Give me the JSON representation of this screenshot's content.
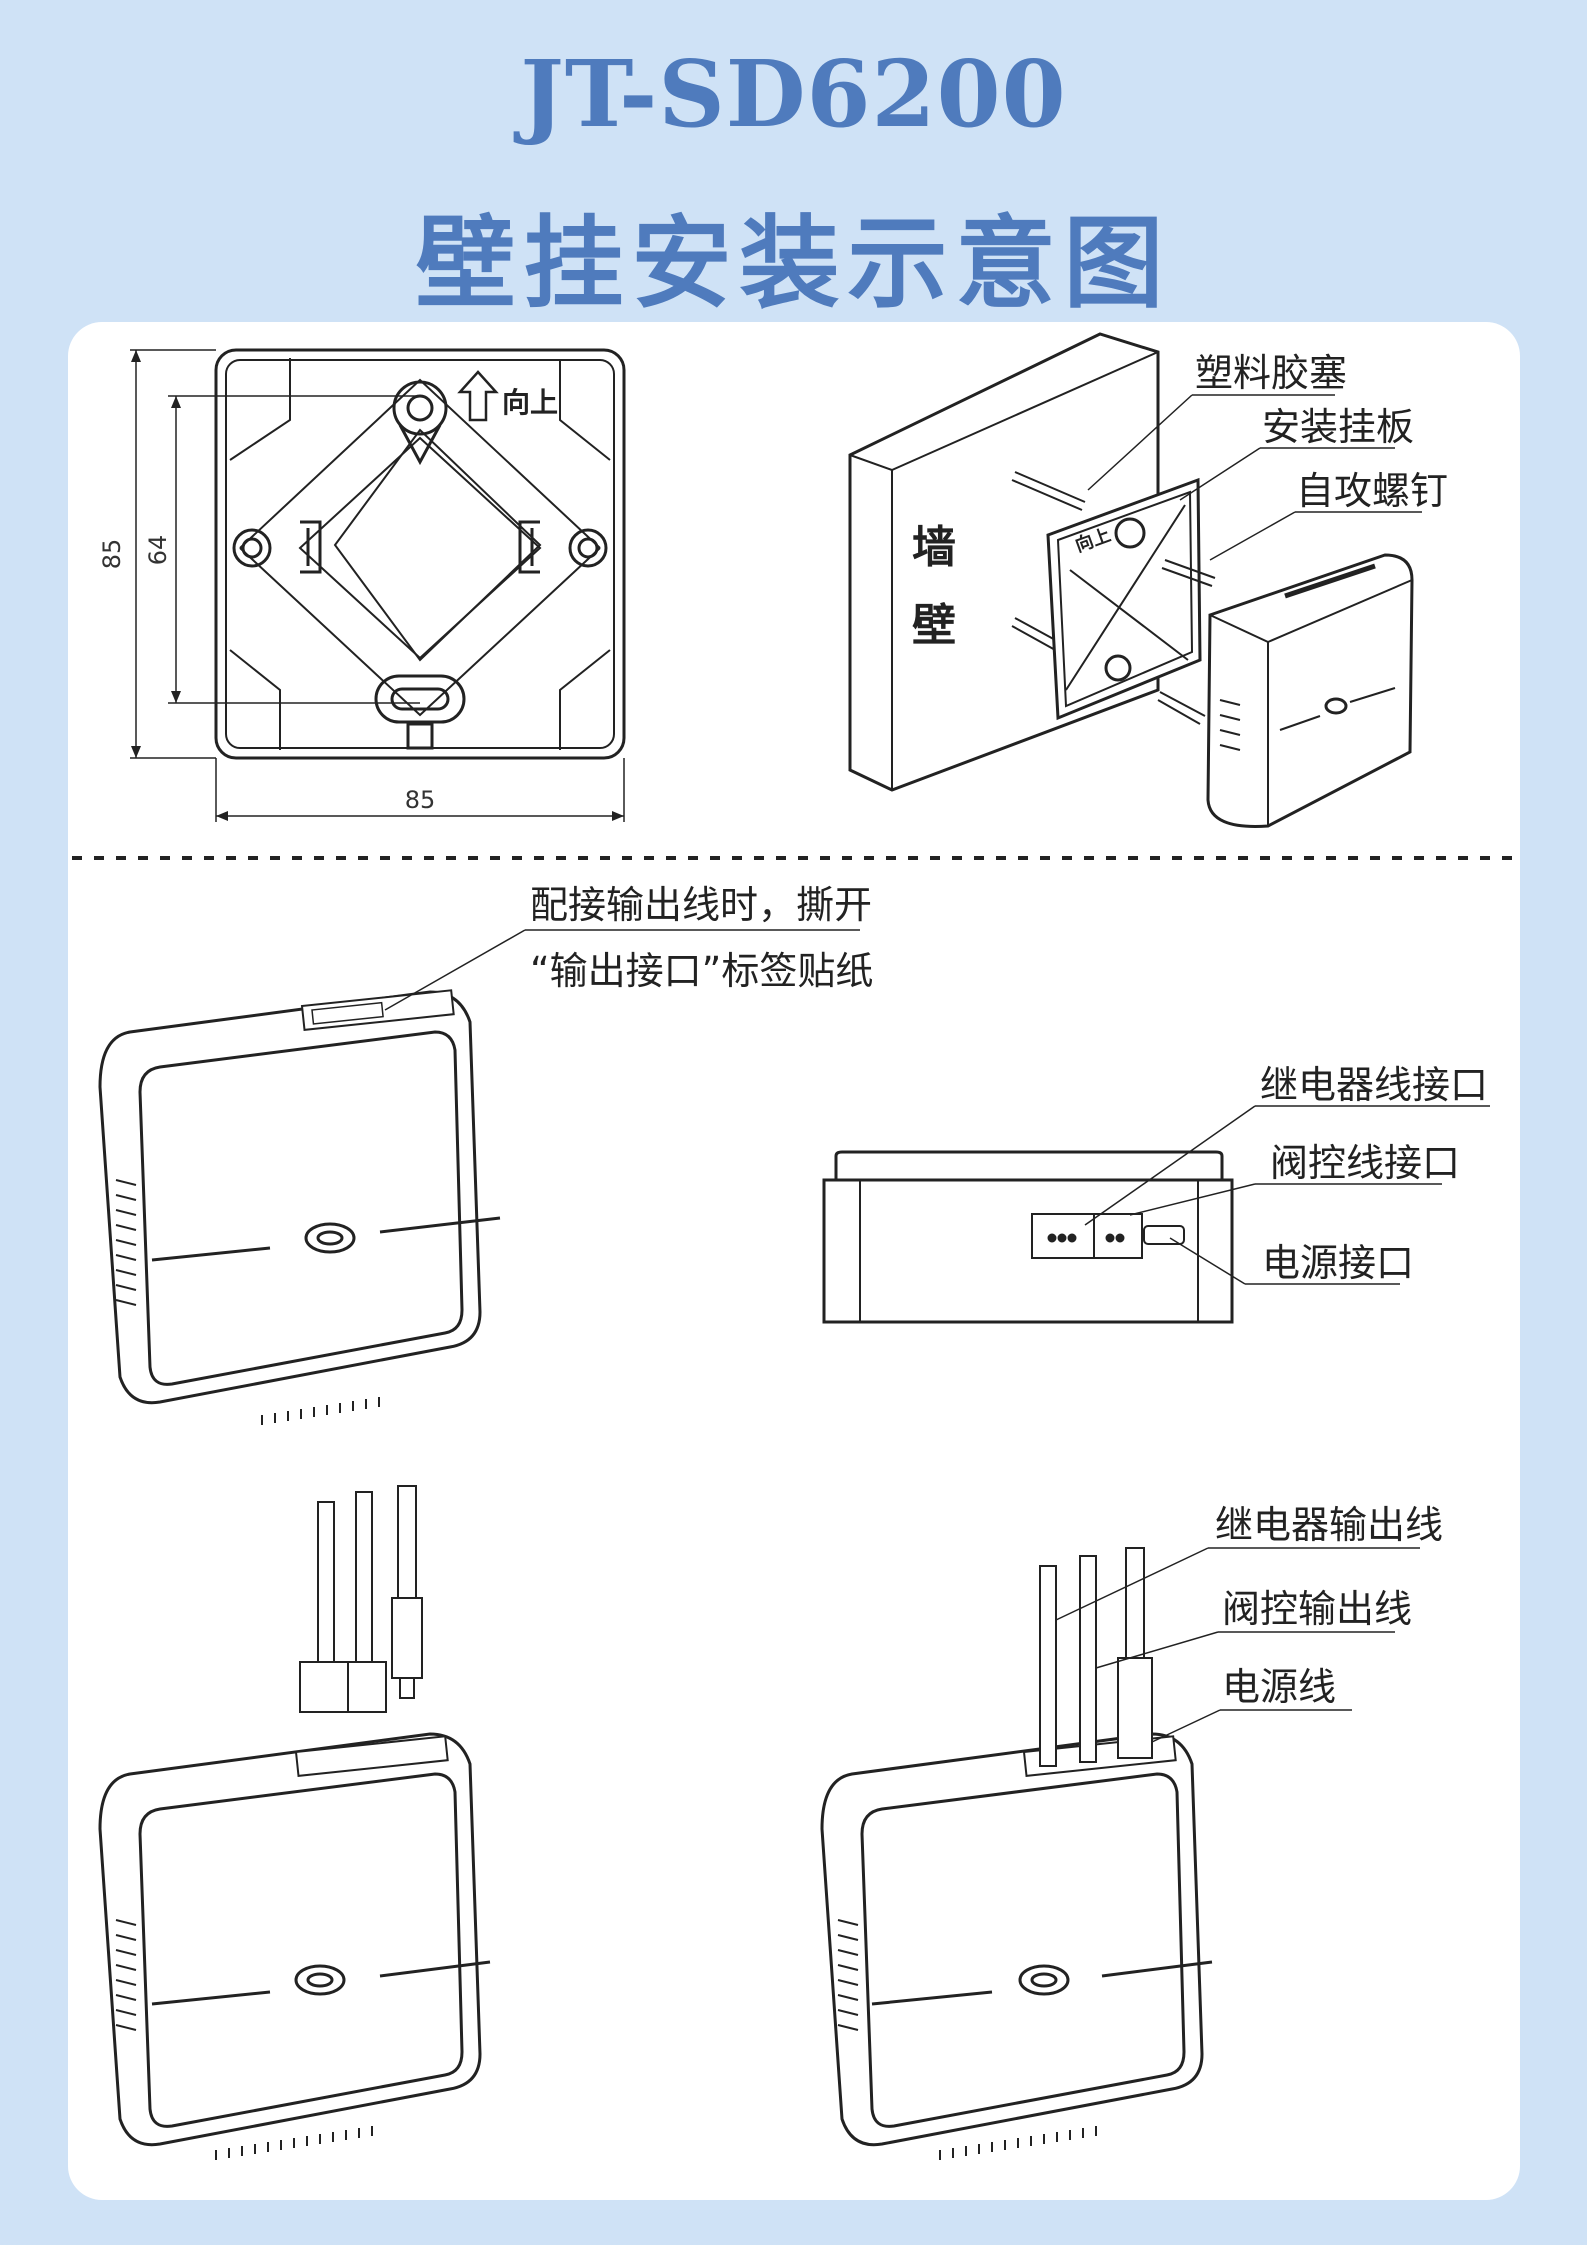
{
  "header": {
    "model": "JT-SD6200",
    "title": "壁挂安装示意图"
  },
  "mounting_plate": {
    "dim_width": "85",
    "dim_height": "85",
    "dim_hole_spacing": "64",
    "up_label": "向上"
  },
  "wall_install": {
    "wall_label_1": "墙",
    "wall_label_2": "壁",
    "plate_up_label": "向上",
    "callouts": [
      "塑料胶塞",
      "安装挂板",
      "自攻螺钉"
    ]
  },
  "output_sticker": {
    "line1": "配接输出线时，撕开",
    "line2": "“输出接口”标签贴纸"
  },
  "ports": {
    "callouts": [
      "继电器线接口",
      "阀控线接口",
      "电源接口"
    ]
  },
  "wires": {
    "callouts": [
      "继电器输出线",
      "阀控输出线",
      "电源线"
    ]
  },
  "colors": {
    "background": "#cfe2f6",
    "title": "#4f7bbd",
    "panel": "#ffffff",
    "line": "#222222"
  }
}
